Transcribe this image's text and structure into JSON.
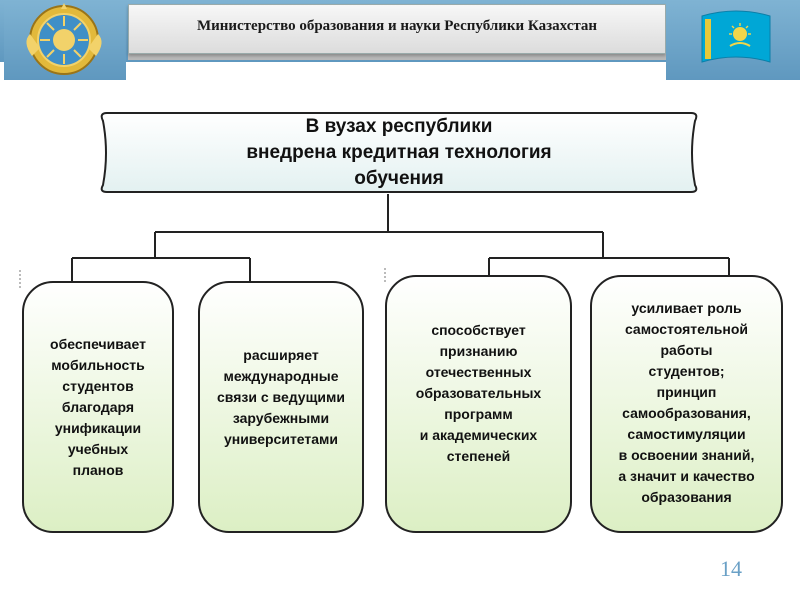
{
  "header": {
    "title": "Министерство образования и науки Республики Казахстан",
    "emblem_icon": "kazakhstan-emblem-icon",
    "flag_icon": "kazakhstan-flag-icon"
  },
  "top_box": {
    "lines": [
      "В вузах республики",
      "внедрена кредитная технология",
      "обучения"
    ]
  },
  "nodes": [
    {
      "lines": [
        "обеспечивает",
        "мобильность",
        "студентов",
        "благодаря",
        "унификации",
        "учебных",
        "планов"
      ]
    },
    {
      "lines": [
        "расширяет",
        "международные",
        "связи с ведущими",
        "зарубежными",
        "университетами"
      ]
    },
    {
      "lines": [
        "способствует",
        "признанию",
        "отечественных",
        "образовательных",
        "программ",
        "и академических",
        "степеней"
      ]
    },
    {
      "lines": [
        "усиливает роль",
        "самостоятельной",
        "работы",
        "студентов;",
        "принцип",
        "самообразования,",
        "самостимуляции",
        "в освоении знаний,",
        "а значит и  качество",
        "образования"
      ]
    }
  ],
  "page_number": "14",
  "colors": {
    "header_blue": "#6fa6c9",
    "box_fill_top": "#eef7f7",
    "node_green": "#e6f2cf",
    "node_border": "#1a1a1a"
  }
}
